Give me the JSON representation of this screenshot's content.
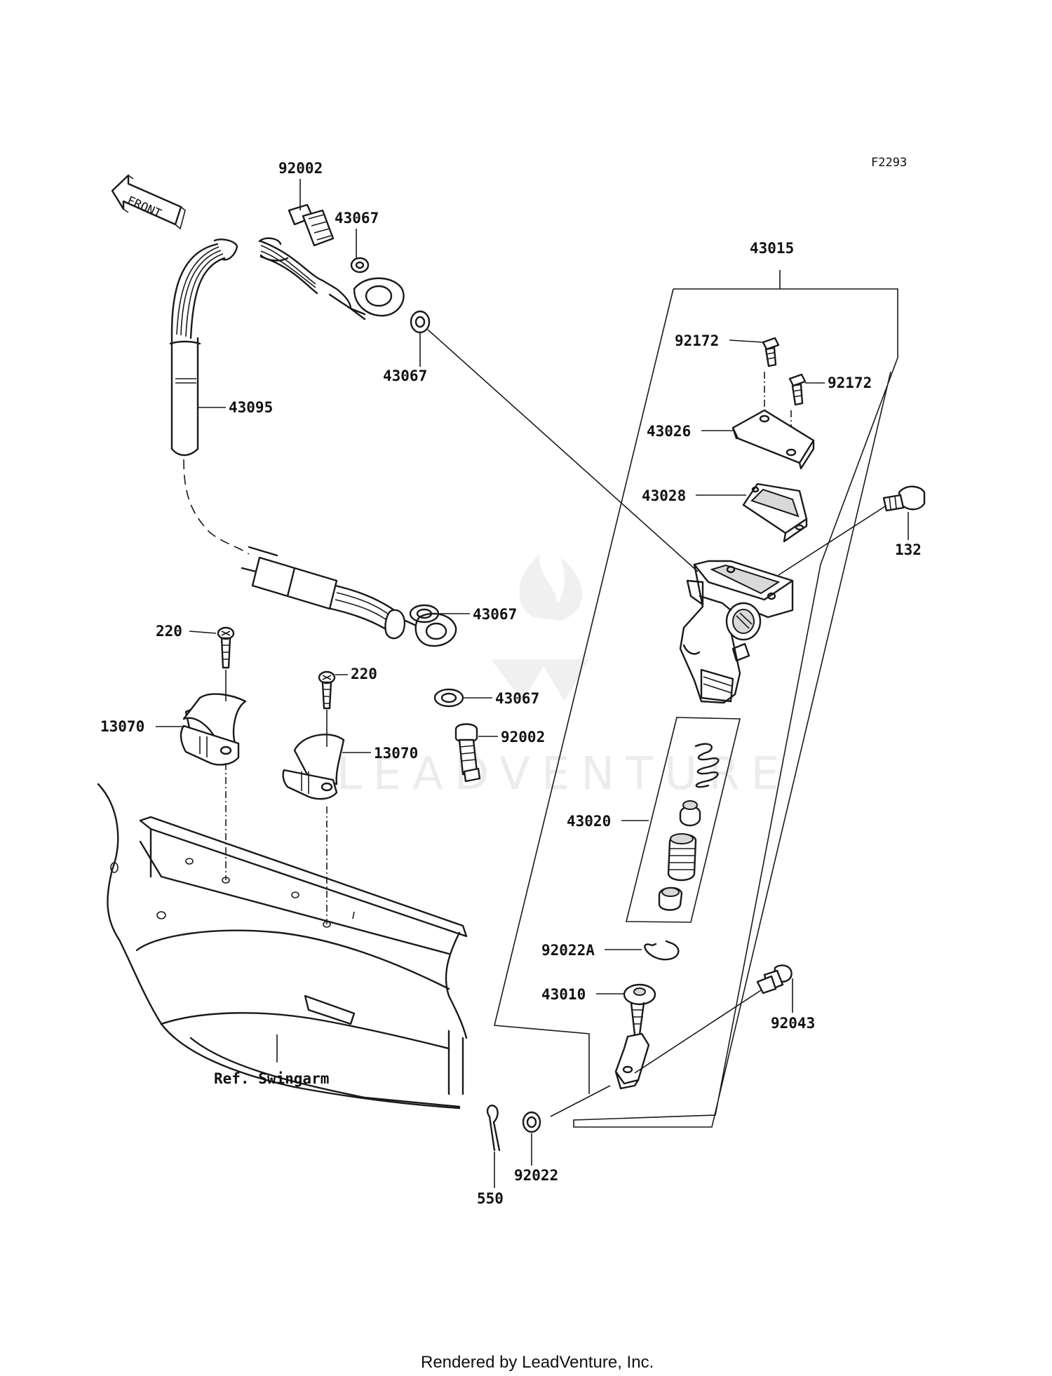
{
  "diagram": {
    "code": "F2293",
    "front_label": "FRONT",
    "ref_label": "Ref. Swingarm",
    "watermark": "LEADVENTURE",
    "footer": "Rendered by LeadVenture, Inc."
  },
  "labels": {
    "p92002_top": "92002",
    "p43067_a": "43067",
    "p43067_b": "43067",
    "p43095": "43095",
    "p43015": "43015",
    "p92172_a": "92172",
    "p92172_b": "92172",
    "p43026": "43026",
    "p43028": "43028",
    "p132": "132",
    "p43067_c": "43067",
    "p43067_d": "43067",
    "p92002_b": "92002",
    "p220_a": "220",
    "p220_b": "220",
    "p13070_a": "13070",
    "p13070_b": "13070",
    "p43020": "43020",
    "p92022A": "92022A",
    "p43010": "43010",
    "p92043": "92043",
    "p92022": "92022",
    "p550": "550"
  }
}
